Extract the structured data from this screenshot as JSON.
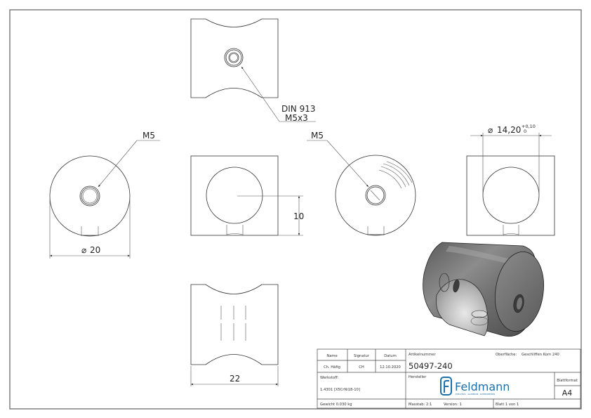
{
  "drawing": {
    "views": {
      "top_view": {
        "callout_line1": "DIN 913",
        "callout_line2": "M5x3"
      },
      "left_end_view": {
        "thread_label": "M5",
        "diameter_symbol": "⌀",
        "diameter_value": "20"
      },
      "front_view": {
        "height_dim": "10"
      },
      "right_end_view": {
        "thread_label": "M5"
      },
      "side_view": {
        "diameter_symbol": "⌀",
        "diameter_value": "14,20",
        "tol_upper": "+0,10",
        "tol_lower": "0"
      },
      "bottom_view": {
        "length_dim": "22"
      },
      "iso_view": {
        "description": "3D rendered cross connector"
      }
    }
  },
  "title_block": {
    "headers": {
      "name": "Name",
      "signature": "Signatur",
      "date": "Datum"
    },
    "values": {
      "name": "Ch. Häfig",
      "signature": "CH",
      "date": "12.10.2020"
    },
    "article_label": "Artikelnummer",
    "article_number": "50497-240",
    "surface_label": "Oberfläche:",
    "surface_value": "Geschliffen Korn 240",
    "material_label": "Werkstoff:",
    "material_value": "1.4301 [X5CrNi18-10]",
    "manufacturer_label": "Hersteller",
    "logo_text": "Feldmann",
    "logo_tagline": "EDELSTAHL · ALUMINIUM · SCHMIEDEEISEN",
    "sheet_format_label": "Blattformat",
    "sheet_format_value": "A4",
    "weight": "Gewicht 0.030 kg",
    "scale": "Masstab: 2:1",
    "version": "Version: 1",
    "sheet": "Blatt 1 von 1"
  },
  "colors": {
    "logo_blue": "#1f6fa8",
    "frame": "#777777",
    "line": "#333333"
  }
}
